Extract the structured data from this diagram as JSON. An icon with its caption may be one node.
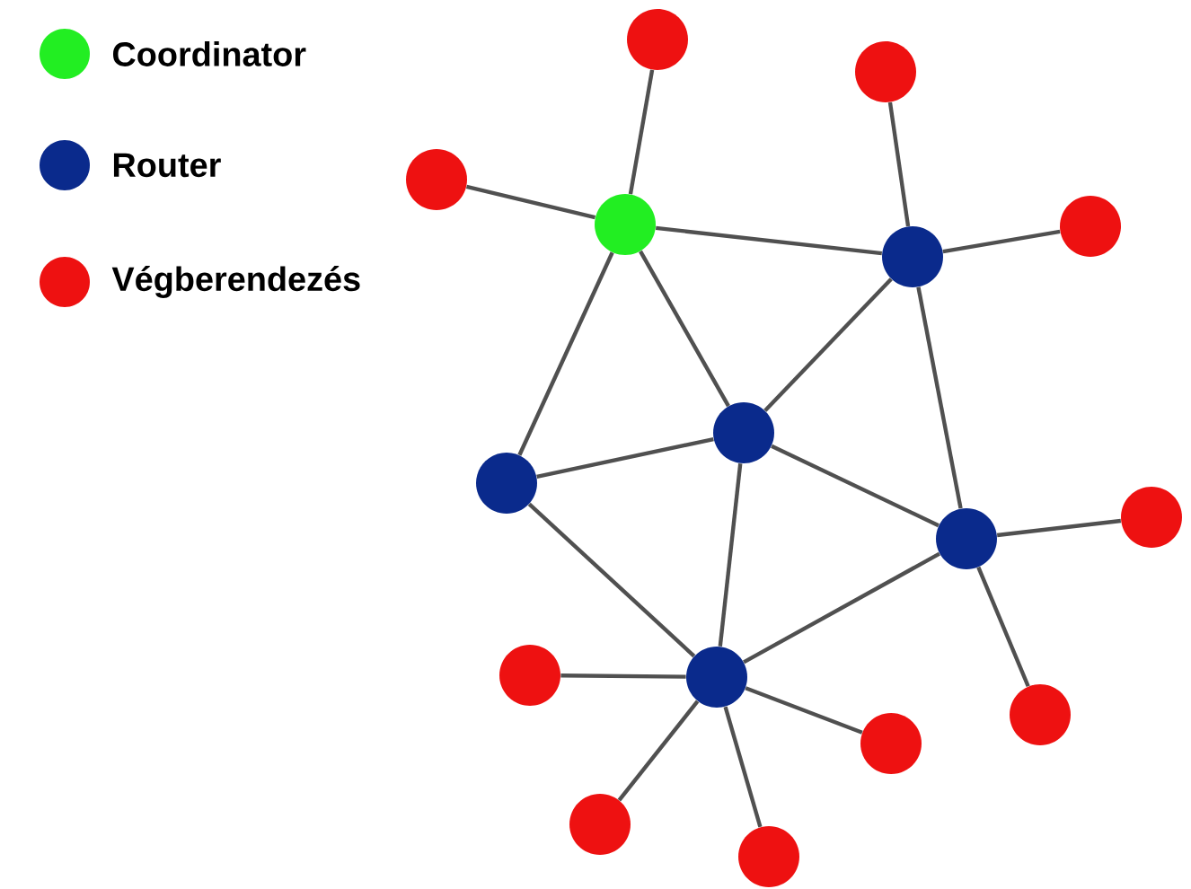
{
  "diagram": {
    "nodes": [
      {
        "text": [],
        "shape": "circle"
      },
      {
        "text": [],
        "shape": "circle"
      },
      {
        "text": [],
        "shape": "circle"
      },
      {
        "text": [],
        "shape": "circle"
      },
      {
        "text": [],
        "shape": "circle"
      },
      {
        "text": [],
        "shape": "circle"
      },
      {
        "text": [],
        "shape": "circle"
      },
      {
        "text": [],
        "shape": "circle"
      },
      {
        "text": [],
        "shape": "circle"
      },
      {
        "text": [],
        "shape": "circle"
      },
      {
        "text": [],
        "shape": "circle"
      },
      {
        "text": [],
        "shape": "circle"
      },
      {
        "text": [],
        "shape": "circle"
      },
      {
        "text": [],
        "shape": "circle"
      },
      {
        "text": [],
        "shape": "circle"
      },
      {
        "text": [],
        "shape": "circle"
      }
    ],
    "edges": [
      {
        "from": 0,
        "to": 6,
        "arrow": "none"
      },
      {
        "from": 0,
        "to": 8,
        "arrow": "none"
      },
      {
        "from": 0,
        "to": 1,
        "arrow": "none"
      },
      {
        "from": 0,
        "to": 2,
        "arrow": "none"
      },
      {
        "from": 0,
        "to": 3,
        "arrow": "none"
      },
      {
        "from": 1,
        "to": 7,
        "arrow": "none"
      },
      {
        "from": 1,
        "to": 9,
        "arrow": "none"
      },
      {
        "from": 1,
        "to": 2,
        "arrow": "none"
      },
      {
        "from": 1,
        "to": 4,
        "arrow": "none"
      },
      {
        "from": 2,
        "to": 3,
        "arrow": "none"
      },
      {
        "from": 2,
        "to": 4,
        "arrow": "none"
      },
      {
        "from": 2,
        "to": 5,
        "arrow": "none"
      },
      {
        "from": 3,
        "to": 5,
        "arrow": "none"
      },
      {
        "from": 4,
        "to": 5,
        "arrow": "none"
      },
      {
        "from": 4,
        "to": 10,
        "arrow": "none"
      },
      {
        "from": 4,
        "to": 12,
        "arrow": "none"
      },
      {
        "from": 5,
        "to": 11,
        "arrow": "none"
      },
      {
        "from": 5,
        "to": 13,
        "arrow": "none"
      },
      {
        "from": 5,
        "to": 14,
        "arrow": "none"
      },
      {
        "from": 5,
        "to": 15,
        "arrow": "none"
      }
    ],
    "legend": [
      {
        "text": "Coordinator",
        "color": "#22ee22"
      },
      {
        "text": "Router",
        "color": "#0a2a8c"
      },
      {
        "text": "Végberendezés",
        "color": "#ee1111"
      }
    ]
  }
}
